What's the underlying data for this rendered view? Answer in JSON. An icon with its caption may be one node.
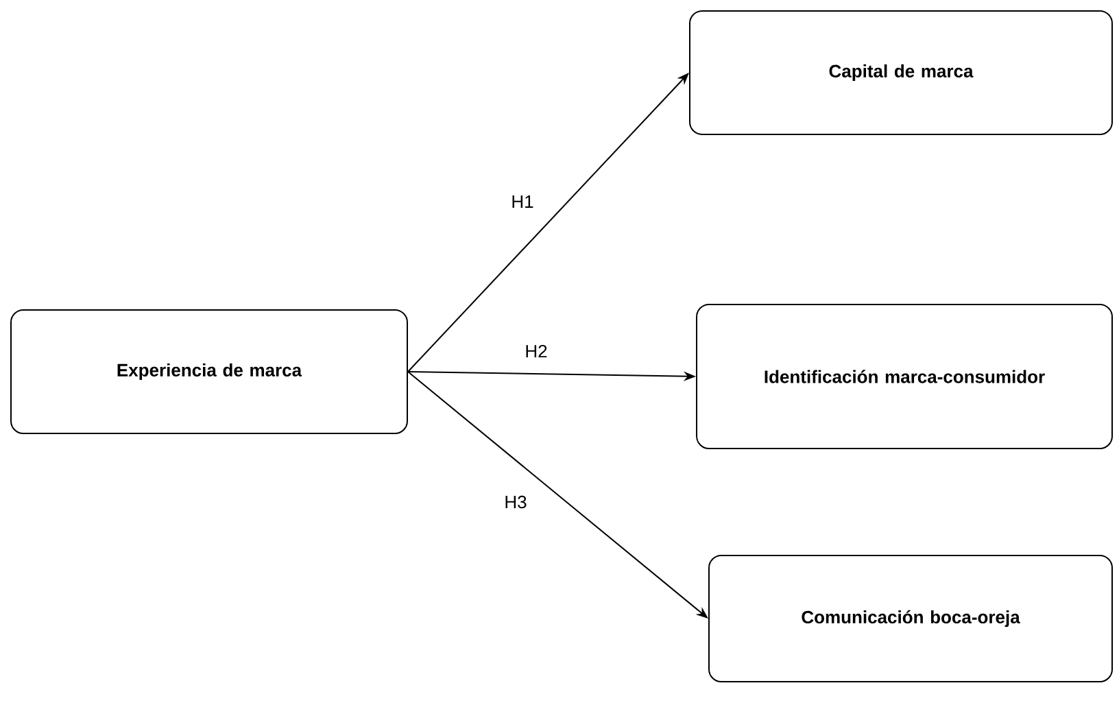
{
  "diagram": {
    "nodes": [
      {
        "text": [
          "Experiencia de marca"
        ]
      },
      {
        "text": [
          "Capital de marca"
        ]
      },
      {
        "text": [
          "Identificación marca-consumidor"
        ]
      },
      {
        "text": [
          "Comunicación boca-oreja"
        ]
      }
    ],
    "edges": [
      {
        "from": 0,
        "to": 1,
        "arrow": "to",
        "label": "H1"
      },
      {
        "from": 0,
        "to": 2,
        "arrow": "to",
        "label": "H2"
      },
      {
        "from": 0,
        "to": 3,
        "arrow": "to",
        "label": "H3"
      }
    ]
  }
}
